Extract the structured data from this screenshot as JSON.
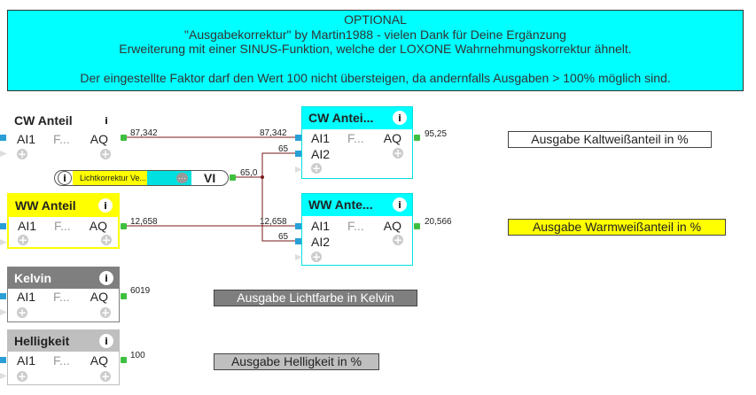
{
  "banner": {
    "line1": "OPTIONAL",
    "line2": "\"Ausgabekorrektur\" by Martin1988 - vielen Dank für Deine Ergänzung",
    "line3": "Erweiterung mit einer SINUS-Funktion, welche der LOXONE Wahrnehmungskorrektur ähnelt.",
    "line4": "Der eingestellte Faktor darf den Wert 100 nicht übersteigen, da andernfalls Ausgaben > 100% möglich sind."
  },
  "blocks": {
    "cw_src": {
      "title": "CW Anteil",
      "in": "AI1",
      "fn": "F...",
      "out": "AQ",
      "out_value": "87,342"
    },
    "ww_src": {
      "title": "WW Anteil",
      "in": "AI1",
      "fn": "F...",
      "out": "AQ",
      "out_value": "12,658"
    },
    "kelvin": {
      "title": "Kelvin",
      "in": "AI1",
      "fn": "F...",
      "out": "AQ",
      "out_value": "6019"
    },
    "helligkeit": {
      "title": "Helligkeit",
      "in": "AI1",
      "fn": "F...",
      "out": "AQ",
      "out_value": "100"
    },
    "cw_corr": {
      "title": "CW Antei...",
      "in1": "AI1",
      "in2": "AI2",
      "fn": "F...",
      "out": "AQ",
      "in1_value": "87,342",
      "in2_value": "65",
      "out_value": "95,25"
    },
    "ww_corr": {
      "title": "WW Ante...",
      "in1": "AI1",
      "in2": "AI2",
      "fn": "F...",
      "out": "AQ",
      "in1_value": "12,658",
      "in2_value": "65",
      "out_value": "20,566"
    }
  },
  "info_glyph": "i",
  "plus_glyph": "+",
  "lichtkorrektur": {
    "label": "Lichtkorrektur Ve...",
    "more": "···",
    "output": "VI",
    "value": "65,0"
  },
  "outputs": {
    "kaltweiss": "Ausgabe Kaltweißanteil in %",
    "warmweiss": "Ausgabe Warmweißanteil in %",
    "lichtfarbe": "Ausgabe Lichtfarbe in Kelvin",
    "helligkeit": "Ausgabe Helligkeit in %"
  },
  "colors": {
    "banner": "#00ffff",
    "cw_header": "#00ffff",
    "ww_header": "#ffff00",
    "kelvin_header": "#7f7f7f",
    "helligkeit_header": "#bfbfbf",
    "wire": "#7a1a1a",
    "input_pin": "#2a9fd6",
    "output_pin": "#3fbf3f"
  }
}
